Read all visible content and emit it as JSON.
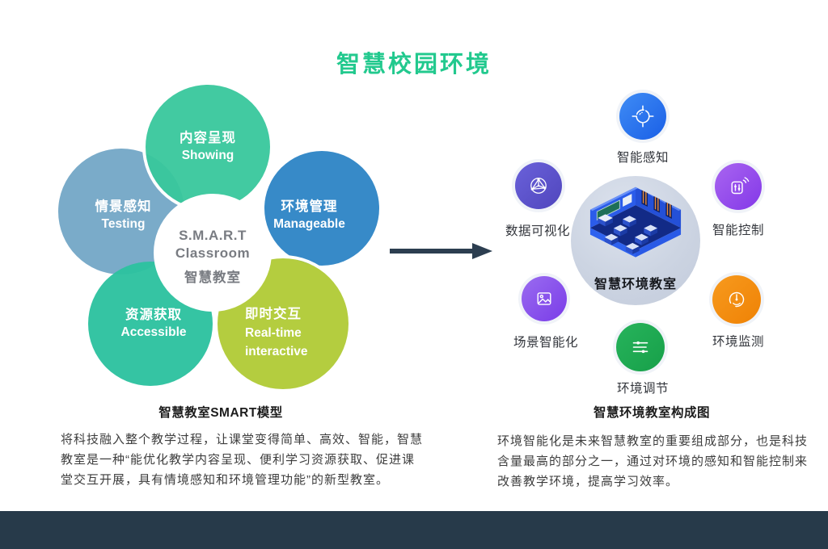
{
  "page": {
    "title": "智慧校园环境",
    "title_color": "#22c98e",
    "arrow_color": "#2c3e50",
    "footer_color": "#273a4a"
  },
  "smart_model": {
    "caption": "智慧教室SMART模型",
    "description": "将科技融入整个教学过程，让课堂变得简单、高效、智能，智慧教室是一种“能优化教学内容呈现、便利学习资源获取、促进课堂交互开展，具有情境感知和环境管理功能”的新型教室。",
    "center": {
      "line1": "S.M.A.R.T",
      "line2": "Classroom",
      "line3": "智慧教室"
    },
    "petals": [
      {
        "zh": "内容呈现",
        "en": "Showing",
        "color": "#38c79c",
        "position": "top"
      },
      {
        "zh": "情景感知",
        "en": "Testing",
        "color": "#73a7c6",
        "position": "left"
      },
      {
        "zh": "环境管理",
        "en": "Manageable",
        "color": "#2c84c5",
        "position": "right"
      },
      {
        "zh": "资源获取",
        "en": "Accessible",
        "color": "#2dc29f",
        "position": "bottom-left"
      },
      {
        "zh": "即时交互",
        "en_line1": "Real-time",
        "en_line2": "interactive",
        "color": "#b2cb39",
        "position": "bottom-right"
      }
    ]
  },
  "env_model": {
    "caption": "智慧环境教室构成图",
    "description": "环境智能化是未来智慧教室的重要组成部分，也是科技含量最高的部分之一，通过对环境的感知和智能控制来改善教学环境，提高学习效率。",
    "center_label": "智慧环境教室",
    "nodes": [
      {
        "label": "智能感知",
        "icon": "target-icon",
        "color": "#2a74ee"
      },
      {
        "label": "数据可视化",
        "icon": "data-3d-icon",
        "color": "#5a50c8"
      },
      {
        "label": "智能控制",
        "icon": "control-panel-icon",
        "color": "#9a55ec"
      },
      {
        "label": "场景智能化",
        "icon": "scene-image-icon",
        "color": "#8a52e8"
      },
      {
        "label": "环境调节",
        "icon": "sliders-icon",
        "color": "#1faa52"
      },
      {
        "label": "环境监测",
        "icon": "gauge-icon",
        "color": "#f38a0e"
      }
    ]
  }
}
